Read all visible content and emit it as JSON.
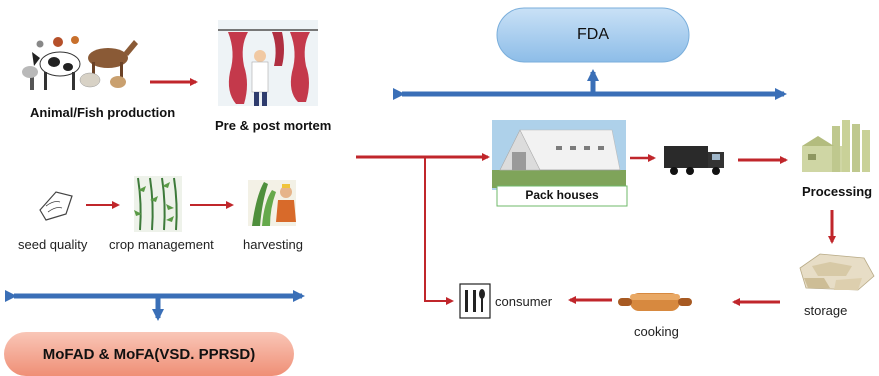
{
  "nodes": {
    "animal_fish_production": "Animal/Fish production",
    "pre_post_mortem": "Pre & post mortem",
    "seed_quality": "seed quality",
    "crop_management": "crop management",
    "harvesting": "harvesting",
    "fda": "FDA",
    "pack_houses": "Pack houses",
    "processing": "Processing",
    "storage": "storage",
    "cooking": "cooking",
    "consumer": "consumer",
    "mofad_mofa": "MoFAD & MoFA(VSD. PPRSD)"
  },
  "colors": {
    "flow_arrow": "#c0262b",
    "authority_arrow": "#3a6fb7",
    "fda_fill": "#9fc7ea",
    "mofad_fill": "#f4a58f",
    "pack_border": "#6fb96a"
  },
  "icons": [
    "livestock-icon",
    "carcass-inspection-icon",
    "seed-bag-icon",
    "crop-rows-icon",
    "harvester-icon",
    "pack-house-icon",
    "truck-icon",
    "factory-icon",
    "storage-sacks-icon",
    "rolling-pin-icon",
    "utensils-icon"
  ]
}
